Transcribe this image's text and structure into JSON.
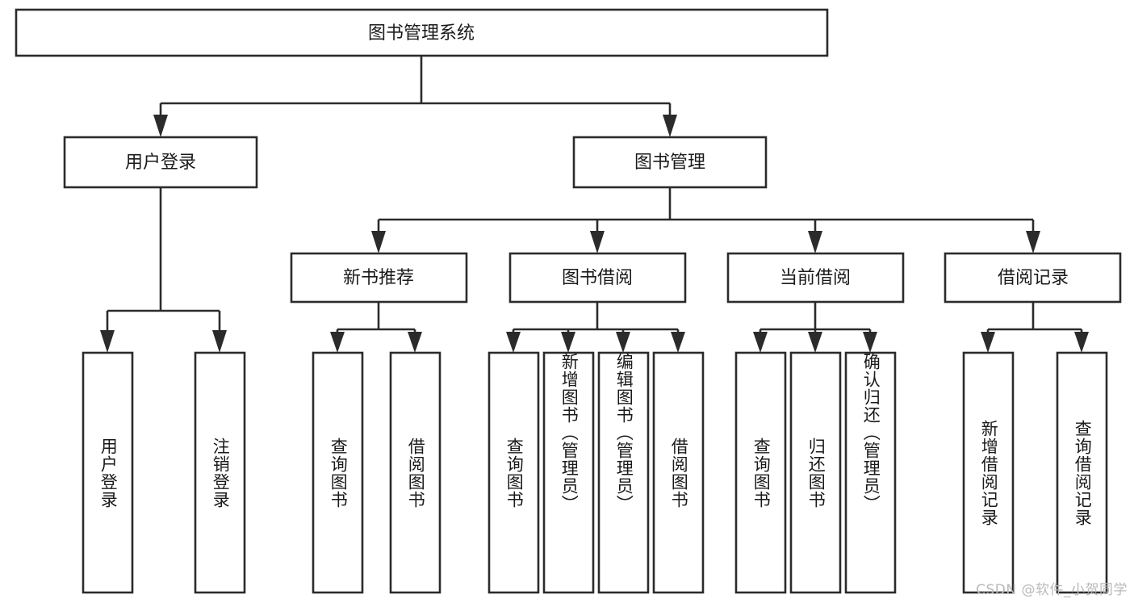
{
  "diagram": {
    "type": "tree-hierarchy-functional-decomposition",
    "root": {
      "id": "root",
      "label": "图书管理系统"
    },
    "level2": [
      {
        "id": "user-login",
        "label": "用户登录"
      },
      {
        "id": "book-management",
        "label": "图书管理"
      }
    ],
    "level3": [
      {
        "id": "new-book-recommend",
        "label": "新书推荐",
        "parent": "book-management"
      },
      {
        "id": "book-borrow",
        "label": "图书借阅",
        "parent": "book-management"
      },
      {
        "id": "current-borrow",
        "label": "当前借阅",
        "parent": "book-management"
      },
      {
        "id": "borrow-record",
        "label": "借阅记录",
        "parent": "book-management"
      }
    ],
    "leaves": [
      {
        "id": "leaf-user-login",
        "label": "用户登录",
        "parent": "user-login"
      },
      {
        "id": "leaf-logout-login",
        "label": "注销登录",
        "parent": "user-login"
      },
      {
        "id": "leaf-query-book-1",
        "label": "查询图书",
        "parent": "new-book-recommend"
      },
      {
        "id": "leaf-borrow-book-1",
        "label": "借阅图书",
        "parent": "new-book-recommend"
      },
      {
        "id": "leaf-query-book-2",
        "label": "查询图书",
        "parent": "book-borrow"
      },
      {
        "id": "leaf-add-book",
        "label": "新增图书（管理员）",
        "parent": "book-borrow"
      },
      {
        "id": "leaf-edit-book",
        "label": "编辑图书（管理员）",
        "parent": "book-borrow"
      },
      {
        "id": "leaf-borrow-book-2",
        "label": "借阅图书",
        "parent": "book-borrow"
      },
      {
        "id": "leaf-query-book-3",
        "label": "查询图书",
        "parent": "current-borrow"
      },
      {
        "id": "leaf-return-book",
        "label": "归还图书",
        "parent": "current-borrow"
      },
      {
        "id": "leaf-confirm-return",
        "label": "确认归还（管理员）",
        "parent": "current-borrow"
      },
      {
        "id": "leaf-add-borrow-record",
        "label": "新增借阅记录",
        "parent": "borrow-record"
      },
      {
        "id": "leaf-query-borrow-record",
        "label": "查询借阅记录",
        "parent": "borrow-record"
      }
    ],
    "colors": {
      "stroke": "#2b2b2b",
      "fill": "#ffffff",
      "text": "#1a1a1a",
      "watermark": "#b9b9b9",
      "background": "#ffffff"
    }
  },
  "watermark": {
    "text": "CSDN @软件_小贺同学"
  }
}
